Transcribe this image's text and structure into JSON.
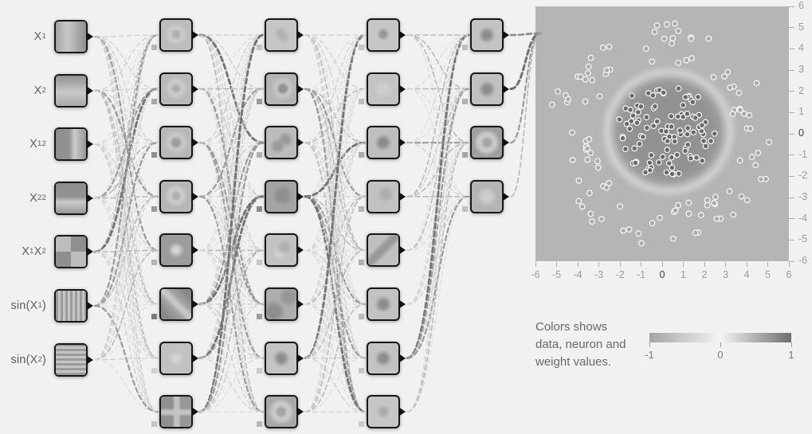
{
  "canvas": {
    "bg": "#f1f1f1"
  },
  "legend": {
    "lines": [
      "Colors shows",
      "data, neuron and",
      "weight values."
    ],
    "colorbar": {
      "min": "-1",
      "mid": "0",
      "max": "1",
      "left_color": "#a4a4a4",
      "mid_color": "#f4f4f4",
      "right_color": "#6e6e6e"
    }
  },
  "network": {
    "node_border_color": "#161616",
    "inputs": [
      {
        "id": "x1",
        "label": [
          {
            "t": "X"
          },
          {
            "t": "1",
            "s": "sub"
          }
        ],
        "pattern": "grad-h",
        "bg": "#b0b0b0",
        "bias": "#c0c0c0"
      },
      {
        "id": "x2",
        "label": [
          {
            "t": "X"
          },
          {
            "t": "2",
            "s": "sub"
          }
        ],
        "pattern": "grad-v",
        "bg": "#a8a8a8",
        "bias": "#c0c0c0"
      },
      {
        "id": "x1sq",
        "label": [
          {
            "t": "X"
          },
          {
            "t": "1",
            "s": "sub"
          },
          {
            "t": "2",
            "s": "sup"
          }
        ],
        "pattern": "band-h",
        "bg": "#9a9a9a",
        "bias": "#c0c0c0"
      },
      {
        "id": "x2sq",
        "label": [
          {
            "t": "X"
          },
          {
            "t": "2",
            "s": "sub"
          },
          {
            "t": "2",
            "s": "sup"
          }
        ],
        "pattern": "band-v",
        "bg": "#9a9a9a",
        "bias": "#c0c0c0"
      },
      {
        "id": "x1x2",
        "label": [
          {
            "t": "X"
          },
          {
            "t": "1",
            "s": "sub"
          },
          {
            "t": "X"
          },
          {
            "t": "2",
            "s": "sub"
          }
        ],
        "pattern": "quad",
        "bg": "#a6a6a6",
        "bias": "#c0c0c0"
      },
      {
        "id": "sinx1",
        "label": [
          {
            "t": "sin("
          },
          {
            "t": "X"
          },
          {
            "t": "1",
            "s": "sub"
          },
          {
            "t": ")"
          }
        ],
        "pattern": "stripes-v",
        "bg": "#b0b0b0",
        "bias": "#c0c0c0"
      },
      {
        "id": "sinx2",
        "label": [
          {
            "t": "sin("
          },
          {
            "t": "X"
          },
          {
            "t": "2",
            "s": "sub"
          },
          {
            "t": ")"
          }
        ],
        "pattern": "stripes-h",
        "bg": "#b0b0b0",
        "bias": "#c0c0c0"
      }
    ],
    "hidden_layers": [
      {
        "name": "hidden-layer-1",
        "nodes": [
          {
            "bg": "#bcbcbc",
            "motif": "ring-faint",
            "bias": "#b6b6b6"
          },
          {
            "bg": "#b9b9b9",
            "motif": "ring-faint",
            "bias": "#a8a8a8"
          },
          {
            "bg": "#b8b8b8",
            "motif": "ring-dark-soft",
            "bias": "#8f8f8f"
          },
          {
            "bg": "#b6b6b6",
            "motif": "ring-faint",
            "bias": "#9a9a9a"
          },
          {
            "bg": "#9c9c9c",
            "motif": "dot-light",
            "bias": "#b4b4b4"
          },
          {
            "bg": "#a2a2a2",
            "motif": "diag-band",
            "bias": "#7e7e7e"
          },
          {
            "bg": "#c1c1c1",
            "motif": "dot-light",
            "bias": "#d0d0d0"
          },
          {
            "bg": "#a6a6a6",
            "motif": "quad-cross",
            "bias": "#c4c4c4"
          }
        ]
      },
      {
        "name": "hidden-layer-2",
        "nodes": [
          {
            "bg": "#c6c6c6",
            "motif": "squiggle-faint",
            "bias": "#c2c2c2"
          },
          {
            "bg": "#b4b4b4",
            "motif": "ring-dark",
            "bias": "#9e9e9e"
          },
          {
            "bg": "#bcbcbc",
            "motif": "blobs-diag",
            "bias": "#b0b0b0"
          },
          {
            "bg": "#a4a4a4",
            "motif": "blob-dark",
            "bias": "#8a8a8a"
          },
          {
            "bg": "#c2c2c2",
            "motif": "blobs-faint",
            "bias": "#c6c6c6"
          },
          {
            "bg": "#aeaeae",
            "motif": "patches",
            "bias": "#a0a0a0"
          },
          {
            "bg": "#c4c4c4",
            "motif": "dot-dark",
            "bias": "#cccccc"
          },
          {
            "bg": "#a8a8a8",
            "motif": "bagel-light",
            "bias": "#b8b8b8"
          }
        ]
      },
      {
        "name": "hidden-layer-3",
        "nodes": [
          {
            "bg": "#c6c6c6",
            "motif": "dot-dark-small",
            "bias": "#c4c4c4"
          },
          {
            "bg": "#c3c3c3",
            "motif": "blob-light",
            "bias": "#bcbcbc"
          },
          {
            "bg": "#bfbfbf",
            "motif": "dot-dark",
            "bias": "#aaaaaa"
          },
          {
            "bg": "#c2c2c2",
            "motif": "blob-diag-faint",
            "bias": "#b4b4b4"
          },
          {
            "bg": "#c0c0c0",
            "motif": "streak-dark",
            "bias": "#b0b0b0"
          },
          {
            "bg": "#c2c2c2",
            "motif": "dot-dark",
            "bias": "#bababa"
          },
          {
            "bg": "#c3c3c3",
            "motif": "dot-dark",
            "bias": "#c6c6c6"
          },
          {
            "bg": "#c6c6c6",
            "motif": "dot-dark-faint",
            "bias": "#cccccc"
          }
        ]
      },
      {
        "name": "hidden-layer-4",
        "nodes": [
          {
            "bg": "#c3c3c3",
            "motif": "dot-dark",
            "bias": "#bebebe"
          },
          {
            "bg": "#c1c1c1",
            "motif": "dot-dark",
            "bias": "#b2b2b2"
          },
          {
            "bg": "#9e9e9e",
            "motif": "bagel-light",
            "bias": "#a6a6a6"
          },
          {
            "bg": "#b4b4b4",
            "motif": "blob-light",
            "bias": "#c0c0c0"
          }
        ]
      }
    ],
    "link_style": {
      "dash": "6 4",
      "palette": [
        "#d9d9d9",
        "#cccccc",
        "#b9b9b9",
        "#9a9a9a",
        "#757575"
      ],
      "palette_weights": [
        0.42,
        0.25,
        0.16,
        0.11,
        0.06
      ],
      "widths": [
        1,
        1.2,
        1.6,
        2.2,
        3
      ],
      "output_links": [
        {
          "color": "#8a8a8a",
          "width": 2.6
        },
        {
          "color": "#6f6f6f",
          "width": 3.0
        },
        {
          "color": "#9a9a9a",
          "width": 2.2
        },
        {
          "color": "#b8b8b8",
          "width": 1.6
        }
      ]
    }
  },
  "chart_data": {
    "type": "scatter",
    "title": "",
    "xlabel": "",
    "ylabel": "",
    "xlim": [
      -6,
      6
    ],
    "ylim": [
      -6,
      6
    ],
    "x_ticks": [
      -6,
      -5,
      -4,
      -3,
      -2,
      -1,
      0,
      1,
      2,
      3,
      4,
      5,
      6
    ],
    "y_ticks": [
      6,
      5,
      4,
      3,
      2,
      1,
      0,
      -1,
      -2,
      -3,
      -4,
      -5,
      -6
    ],
    "grid": false,
    "y_axis_position": "right",
    "tick_color": "#9b9b9b",
    "zero_tick_color": "#3a3a3a",
    "background": {
      "field_color": "#b5b5b5",
      "decision_region": {
        "shape": "blob-circle",
        "center_x": 0.3,
        "center_y": 0.1,
        "radius": 2.9,
        "fill": "#929292",
        "halo": "#d2d2d2"
      }
    },
    "series": [
      {
        "name": "inner-cluster",
        "class": "positive",
        "marker": "circle",
        "fill": "#686868",
        "stroke": "#fafafa",
        "count": 100,
        "distribution": {
          "kind": "disc",
          "cx": 0.2,
          "cy": 0.2,
          "r": 2.3
        }
      },
      {
        "name": "outer-ring",
        "class": "negative",
        "marker": "circle",
        "fill": "#ababab",
        "stroke": "#fafafa",
        "count": 105,
        "distribution": {
          "kind": "annulus",
          "cx": 0.0,
          "cy": 0.0,
          "r_min": 3.3,
          "r_max": 5.4
        }
      }
    ]
  }
}
